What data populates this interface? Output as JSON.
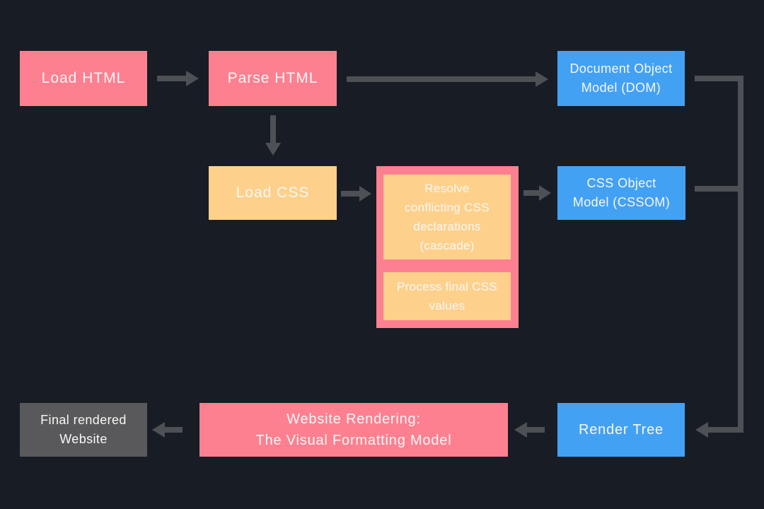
{
  "title": "Website rendering pipeline diagram",
  "colors": {
    "background": "#181c24",
    "pink": "#fd8090",
    "orange": "#fdd18b",
    "blue": "#43a1f4",
    "gray": "#59595b",
    "arrow": "#4d5156",
    "text": "#f7f7f7"
  },
  "nodes": {
    "load_html": "Load HTML",
    "parse_html": "Parse HTML",
    "dom": "Document Object\nModel (DOM)",
    "load_css": "Load CSS",
    "cascade_resolve": "Resolve\nconflicting CSS\ndeclarations\n(cascade)",
    "cascade_process": "Process final CSS\nvalues",
    "cssom": "CSS Object\nModel (CSSOM)",
    "render_tree": "Render Tree",
    "website_rendering": "Website Rendering:\nThe Visual Formatting Model",
    "final_website": "Final rendered\nWebsite"
  },
  "edges": [
    {
      "from": "load_html",
      "to": "parse_html"
    },
    {
      "from": "parse_html",
      "to": "dom"
    },
    {
      "from": "parse_html",
      "to": "load_css"
    },
    {
      "from": "load_css",
      "to": "cascade"
    },
    {
      "from": "cascade",
      "to": "cssom"
    },
    {
      "from": "dom",
      "to": "render_tree"
    },
    {
      "from": "cssom",
      "to": "render_tree"
    },
    {
      "from": "render_tree",
      "to": "website_rendering"
    },
    {
      "from": "website_rendering",
      "to": "final_website"
    }
  ]
}
